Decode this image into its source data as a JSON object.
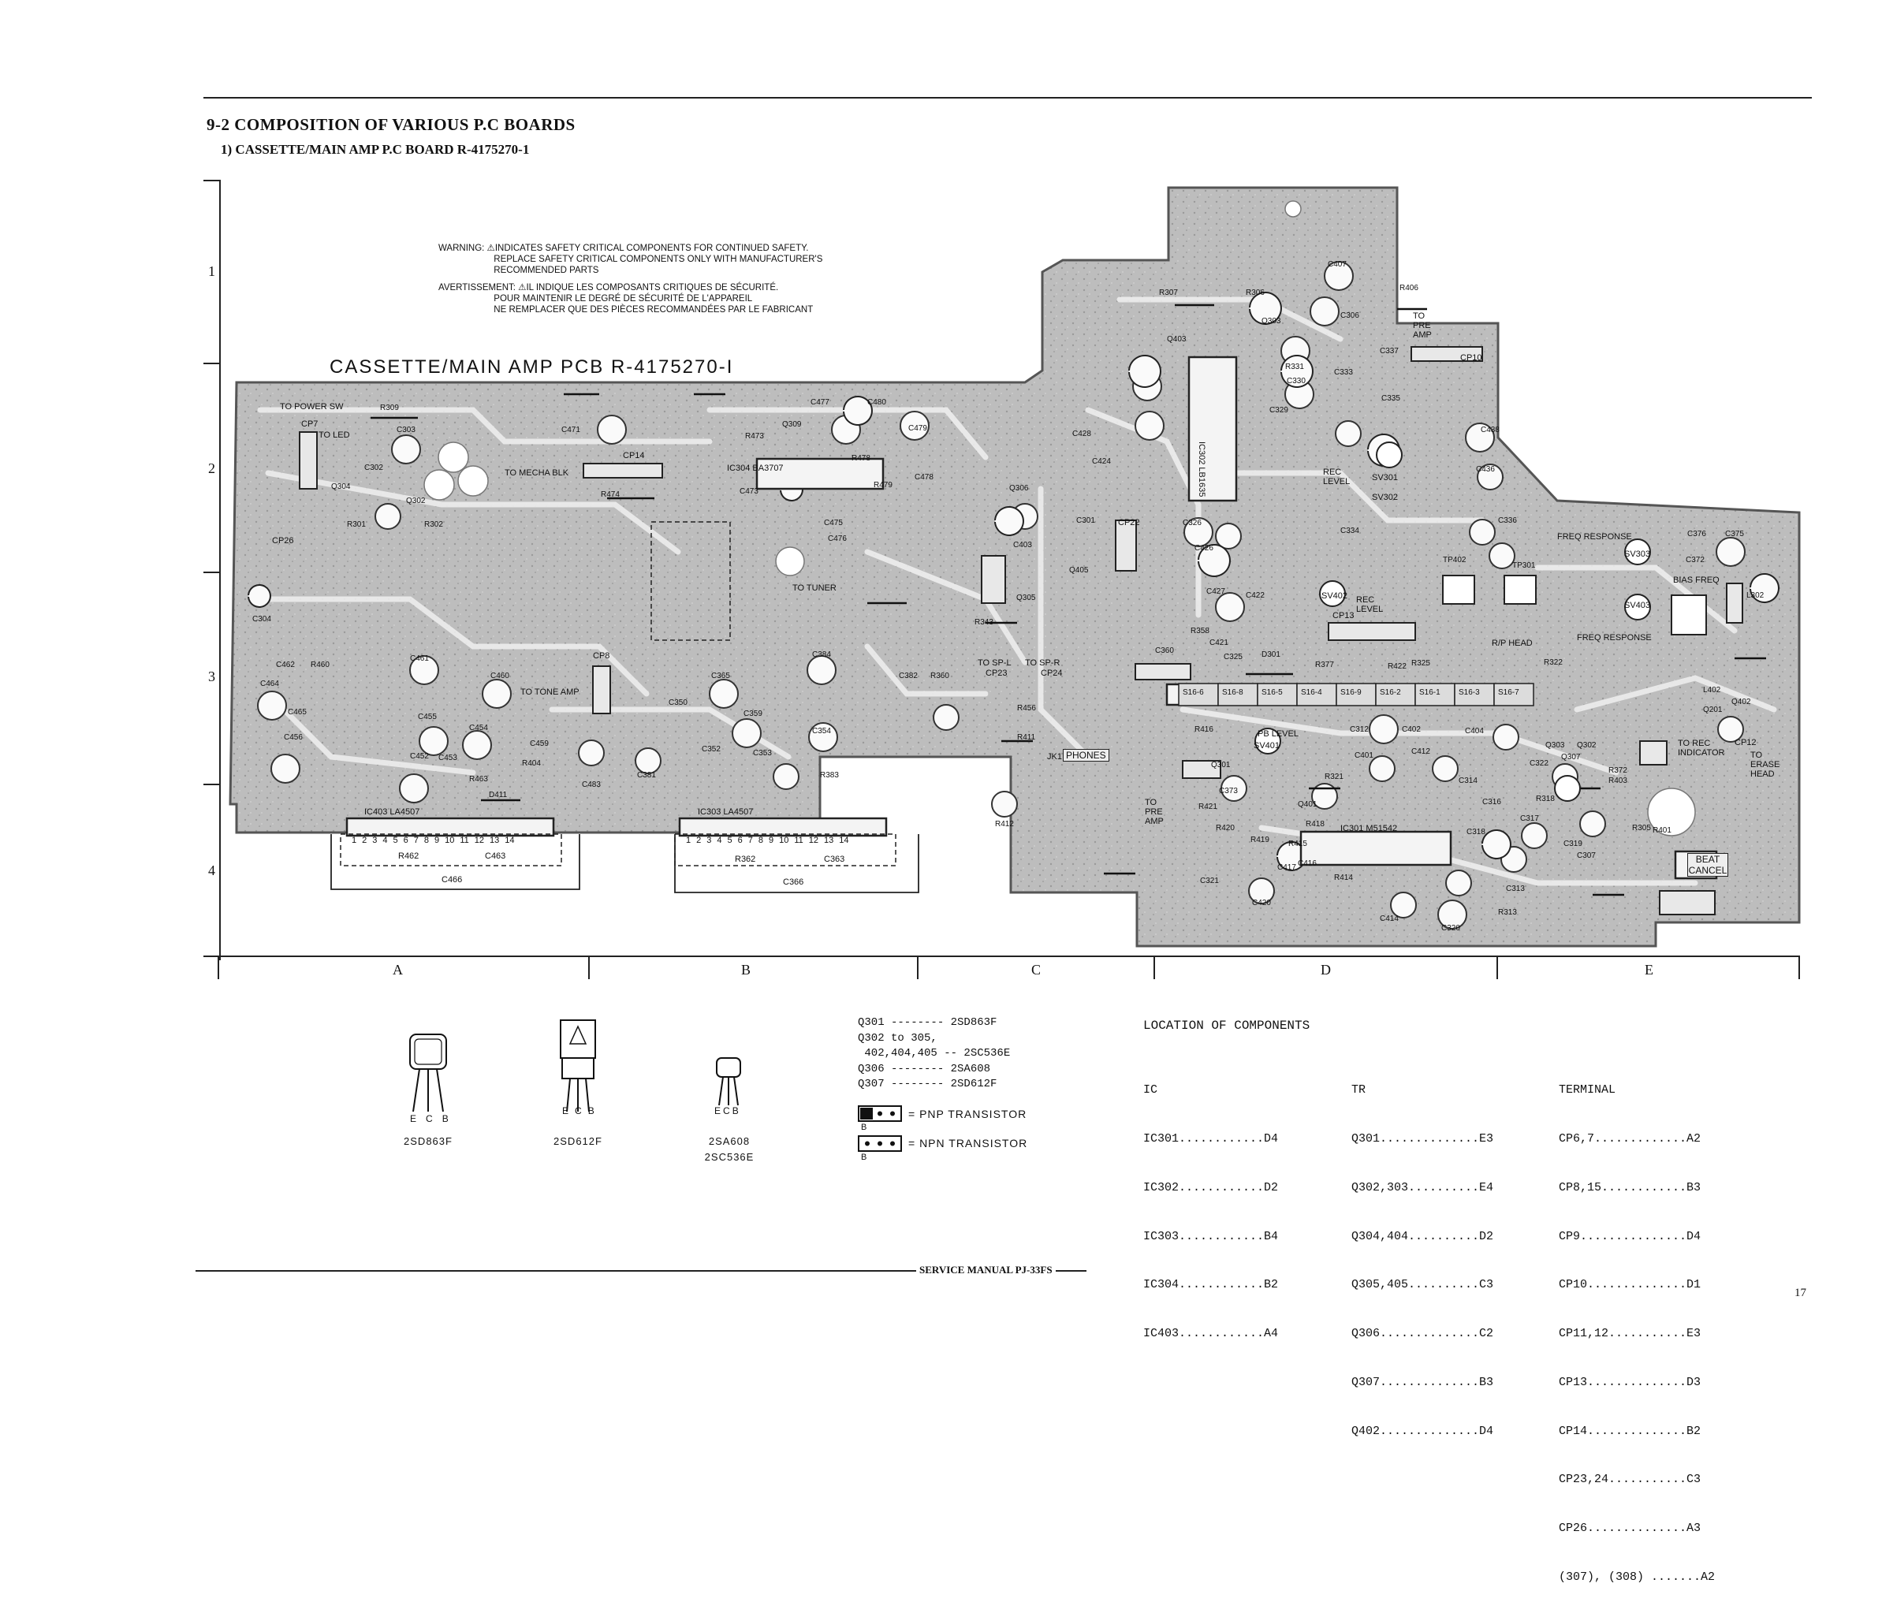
{
  "heading": {
    "section": "9-2  COMPOSITION OF VARIOUS P.C BOARDS",
    "subsection": "1) CASSETTE/MAIN AMP P.C BOARD R-4175270-1"
  },
  "warning": {
    "english": "WARNING: ⚠INDICATES SAFETY CRITICAL COMPONENTS FOR CONTINUED SAFETY.\n                      REPLACE SAFETY CRITICAL COMPONENTS ONLY WITH MANUFACTURER'S\n                      RECOMMENDED PARTS",
    "french": "AVERTISSEMENT: ⚠IL INDIQUE LES COMPOSANTS CRITIQUES DE SÉCURITÉ.\n                      POUR MAINTENIR LE DEGRÉ DE SÉCURITÉ DE L'APPAREIL\n                      NE REMPLACER QUE DES PIÈCES RECOMMANDÉES PAR LE FABRICANT"
  },
  "pcb": {
    "title": "CASSETTE/MAIN AMP PCB R-4175270-I",
    "labels": {
      "to_power_sw": "TO POWER SW",
      "to_led": "TO LED",
      "to_mecha_blk": "TO MECHA BLK",
      "to_tone_amp": "TO TONE AMP",
      "to_tuner": "TO TUNER",
      "to_sp_l": "TO SP-L",
      "to_sp_r": "TO SP-R",
      "phones": "PHONES",
      "to_pre_amp_top": "TO PRE AMP",
      "to_pre_amp_low": "TO PRE AMP",
      "rec_level_1": "REC LEVEL",
      "rec_level_2": "REC LEVEL",
      "pb_level": "PB LEVEL",
      "freq_response_1": "FREQ RESPONSE",
      "freq_response_2": "FREQ RESPONSE",
      "bias_freq": "BIAS FREQ",
      "to_rec_indicator": "TO REC INDICATOR",
      "to_erase_head": "TO ERASE HEAD",
      "beat_cancel": "BEAT CANCEL",
      "r_p_head": "R/P HEAD",
      "ic403": "IC403 LA4507",
      "ic303": "IC303 LA4507",
      "ic304": "IC304 BA3707",
      "ic301": "IC301 M51542",
      "ic302": "IC302 LB1635",
      "cp14": "CP14",
      "cp7": "CP7",
      "cp8": "CP8",
      "cp23": "CP23",
      "cp24": "CP24",
      "cp22": "CP22",
      "cp13": "CP13",
      "cp10": "CP10",
      "cp12": "CP12",
      "cp26": "CP26",
      "jk1": "JK1",
      "sv301": "SV301",
      "sv302": "SV302",
      "sv303": "SV303",
      "sv401": "SV401",
      "sv402": "SV402",
      "sv403": "SV403",
      "sw_labels": [
        "S16-6",
        "S16-8",
        "S16-5",
        "S16-4",
        "S16-9",
        "S16-2",
        "S16-1",
        "S16-3",
        "S16-7"
      ],
      "pins_a": [
        "1",
        "2",
        "3",
        "4",
        "5",
        "6",
        "7",
        "8",
        "9",
        "10",
        "11",
        "12",
        "13",
        "14"
      ],
      "pins_b": [
        "1",
        "2",
        "3",
        "4",
        "5",
        "6",
        "7",
        "8",
        "9",
        "10",
        "11",
        "12",
        "13",
        "14"
      ],
      "r462": "R462",
      "c463": "C463",
      "c466": "C466",
      "r362": "R362",
      "c363": "C363",
      "c366": "C366"
    },
    "components": [
      "R309",
      "C303",
      "C302",
      "Q304",
      "Q302",
      "R301",
      "R302",
      "C304",
      "C471",
      "R474",
      "R473",
      "Q309",
      "C477",
      "C480",
      "C479",
      "C478",
      "C476",
      "C475",
      "R479",
      "R478",
      "C473",
      "Q306",
      "C403",
      "Q305",
      "Q405",
      "R343",
      "C462",
      "R460",
      "C461",
      "C460",
      "C464",
      "C465",
      "C456",
      "C455",
      "C454",
      "C452",
      "C453",
      "C459",
      "R404",
      "R463",
      "D411",
      "C483",
      "C381",
      "C384",
      "C365",
      "C352",
      "C353",
      "C359",
      "C354",
      "R383",
      "C382",
      "R360",
      "C350",
      "R456",
      "C301",
      "R307",
      "R306",
      "C407",
      "C306",
      "Q303",
      "Q403",
      "R331",
      "C330",
      "C329",
      "C333",
      "C334",
      "C335",
      "C337",
      "R406",
      "C438",
      "C436",
      "C336",
      "C428",
      "C424",
      "C421",
      "C427",
      "C422",
      "C325",
      "C426",
      "C326",
      "R421",
      "R420",
      "C420",
      "R419",
      "C417",
      "R418",
      "C416",
      "R415",
      "R414",
      "C414",
      "C320",
      "R313",
      "C313",
      "C316",
      "C314",
      "C317",
      "C319",
      "C318",
      "R318",
      "Q307",
      "R305",
      "C307",
      "R401",
      "R403",
      "C401",
      "C412",
      "C312",
      "C402",
      "C404",
      "R416",
      "Q301",
      "Q401",
      "Q402",
      "R372",
      "C373",
      "C372",
      "C375",
      "C376",
      "Q201",
      "L402",
      "L302",
      "TP402",
      "TP301",
      "R377",
      "R325",
      "R322",
      "D301",
      "R358",
      "C360",
      "R411",
      "R412",
      "R422",
      "R321",
      "C321",
      "C322",
      "Q302",
      "Q303"
    ]
  },
  "grid": {
    "rows": [
      "1",
      "2",
      "3",
      "4"
    ],
    "cols": [
      "A",
      "B",
      "C",
      "D",
      "E"
    ]
  },
  "transistors": {
    "t1": "2SD863F",
    "t2": "2SD612F",
    "t3a": "2SA608",
    "t3b": "2SC536E",
    "pin_labels_1": [
      "E",
      "C",
      "B"
    ],
    "pin_labels_2": [
      "E",
      "C",
      "B"
    ],
    "pin_labels_3": [
      "E",
      "C",
      "B"
    ]
  },
  "transistor_list": "Q301 -------- 2SD863F\nQ302 to 305,\n 402,404,405 -- 2SC536E\nQ306 -------- 2SA608\nQ307 -------- 2SD612F",
  "legend": {
    "pnp": "= PNP TRANSISTOR",
    "npn": "= NPN TRANSISTOR",
    "b": "B"
  },
  "location": {
    "title": "LOCATION OF COMPONENTS",
    "ic": {
      "header": "IC",
      "entries": [
        "IC301............D4",
        "IC302............D2",
        "IC303............B4",
        "IC304............B2",
        "IC403............A4"
      ]
    },
    "tr": {
      "header": "TR",
      "entries": [
        "Q301..............E3",
        "Q302,303..........E4",
        "Q304,404..........D2",
        "Q305,405..........C3",
        "Q306..............C2",
        "Q307..............B3",
        "Q402..............D4"
      ]
    },
    "terminal": {
      "header": "TERMINAL",
      "entries": [
        "CP6,7.............A2",
        "CP8,15............B3",
        "CP9...............D4",
        "CP10..............D1",
        "CP11,12...........E3",
        "CP13..............D3",
        "CP14..............B2",
        "CP23,24...........C3",
        "CP26..............A3",
        "(307), (308) .......A2"
      ]
    }
  },
  "footer": "SERVICE MANUAL PJ-33FS",
  "page_number": "17"
}
